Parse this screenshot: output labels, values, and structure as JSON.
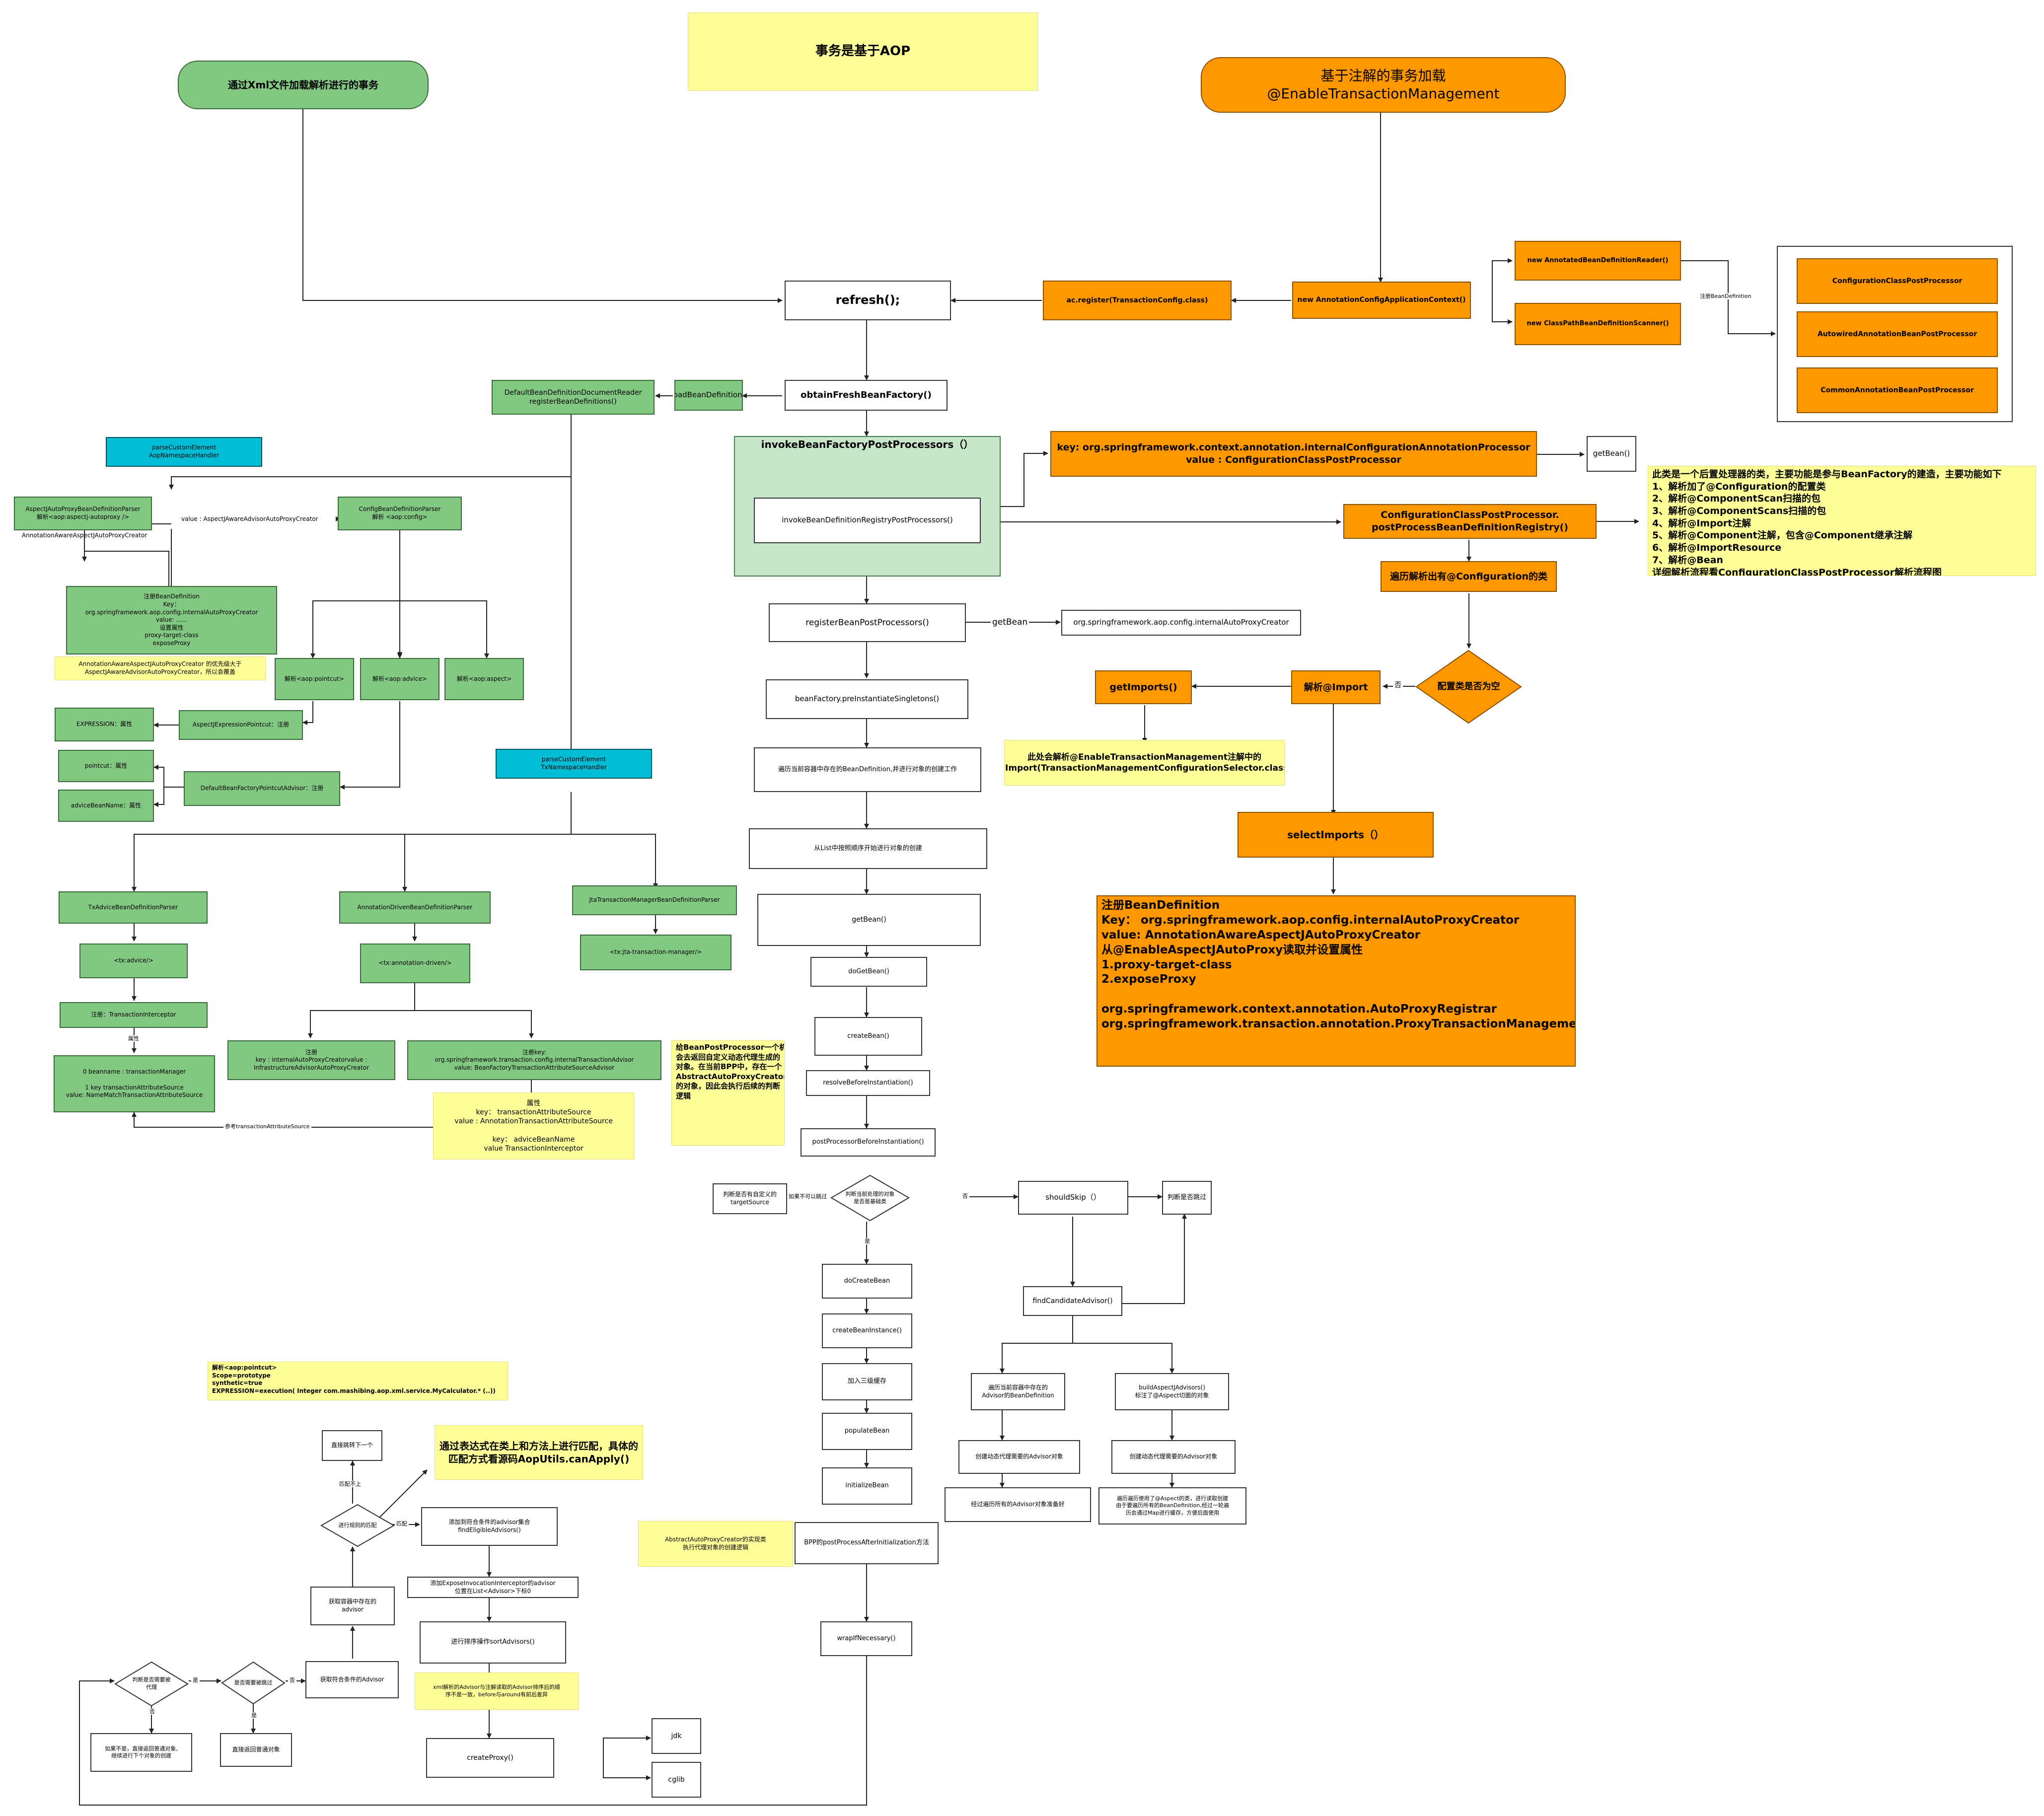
{
  "nodes": {
    "title_note": "事务是基于AOP",
    "xml_load": "通过Xml文件加载解析进行的事务",
    "anno_load": "基于注解的事务加载\n@EnableTransactionManagement",
    "refresh": "refresh();",
    "ac_register": "ac.register(TransactionConfig.class)",
    "new_ctx": "new AnnotationConfigApplicationContext()",
    "new_reader": "new AnnotatedBeanDefinitionReader()",
    "new_scanner": "new ClassPathBeanDefinitionScanner()",
    "cfg_pp": "ConfigurationClassPostProcessor",
    "autowired_pp": "AutowiredAnnotationBeanPostProcessor",
    "common_pp": "CommonAnnotationBeanPostProcessor",
    "obtain_bf": "obtainFreshBeanFactory()",
    "load_bd": "loadBeanDefinitions",
    "default_reader": "DefaultBeanDefinitionDocumentReader\nregisterBeanDefinitions()",
    "invoke_bfpp": "invokeBeanFactoryPostProcessors（）",
    "invoke_bdrpp": "invokeBeanDefinitionRegistryPostProcessors()",
    "key_internal": "key: org.springframework.context.annotation.internalConfigurationAnnotationProcessor\nvalue : ConfigurationClassPostProcessor",
    "getbean_top": "getBean()",
    "ccpp_registry": "ConfigurationClassPostProcessor.\npostProcessBeanDefinitionRegistry()",
    "cfg_note": "此类是一个后置处理器的类，主要功能是参与BeanFactory的建造，主要功能如下\n1、解析加了@Configuration的配置类\n2、解析@ComponentScan扫描的包\n3、解析@ComponentScans扫描的包\n4、解析@Import注解\n5、解析@Component注解，包含@Component继承注解\n6、解析@ImportResource\n7、解析@Bean\n详细解析流程看ConfigurationClassPostProcessor解析流程图",
    "iterate_cfg": "遍历解析出有@Configuration的类",
    "cfg_empty": "配置类是否为空",
    "parse_import": "解析@Import",
    "get_imports": "getImports()",
    "import_note": "此处会解析@EnableTransactionManagement注解中的\n@Import(TransactionManagementConfigurationSelector.class)",
    "select_imports": "selectImports（）",
    "register_bd_big": "注册BeanDefinition\nKey： org.springframework.aop.config.internalAutoProxyCreator\nvalue: AnnotationAwareAspectJAutoProxyCreator\n从@EnableAspectJAutoProxy读取并设置属性\n1.proxy-target-class\n2.exposeProxy\n\norg.springframework.context.annotation.AutoProxyRegistrar\norg.springframework.transaction.annotation.ProxyTransactionManagementConfiguration",
    "register_bpp": "registerBeanPostProcessors()",
    "internal_apc": "org.springframework.aop.config.internalAutoProxyCreator",
    "preinstantiate": "beanFactory.preInstantiateSingletons()",
    "iterate_bd": "遍历当前容器中存在的BeanDefinition,并进行对象的创建工作",
    "from_list": "从List中按照顺序开始进行对象的创建",
    "get_bean": "getBean()",
    "do_get_bean": "doGetBean()",
    "create_bean": "createBean()",
    "resolve_before": "resolveBeforeInstantiation()",
    "ppbi": "postProcessorBeforeInstantiation()",
    "bpp_note": "给BeanPostProcessor一个机会去返回自定义动态代理生成的对象。在当前BPP中，存在一个AbstractAutoProxyCreator的对象，因此会执行后续的判断逻辑",
    "judge_base": "判断当前处理的对象\n是否是基础类",
    "custom_target": "判断是否有自定义的\ntargetSource",
    "should_skip": "shouldSkip（）",
    "judge_skip": "判断是否跳过",
    "find_candidate": "findCandidateAdvisor()",
    "iterate_advisor": "遍历当前容器中存在的\nAdvisor的BeanDefinition",
    "build_aspectj": "buildAspectJAdvisors()\n标注了@Aspect切面的对象",
    "create_advisor_l": "创建动态代理需要的Advisor对象",
    "create_advisor_r": "创建动态代理需要的Advisor对象",
    "iterate_all": "经过遍历所有的Advisor对象准备好",
    "loop_aspect": "遍历遍历使用了@Aspect的类，进行读取创建\n由于要遍历所有的BeanDefinition,经过一轮遍\n历会通过Map进行缓存，方便后面使用",
    "do_create_bean": "doCreateBean",
    "create_instance": "createBeanInstance()",
    "add_cache": "加入三级缓存",
    "populate": "populateBean",
    "initialize": "initializeBean",
    "bpp_after": "BPP的postProcessAfterInitialization方法",
    "aapc_note": "AbstractAutoProxyCreator的实现类\n执行代理对象的创建逻辑",
    "wrap": "wrapIfNecessary()",
    "pointcut_note": "解析<aop:pointcut>\nScope=prototype\nsynthetic=true\nEXPRESSION=execution( Integer com.mashibing.aop.xml.service.MyCalculator.*  (..))",
    "canapply_note": "通过表达式在类上和方法上进行匹配，具体的\n匹配方式看源码AopUtils.canApply()",
    "direct_next": "直接跳转下一个",
    "do_match": "进行规则的匹配",
    "add_eligible": "添加到符合条件的advisor集合\nfindEligibleAdvisors()",
    "get_container_adv": "获取容器中存在的\nadvisor",
    "add_expose": "添加ExposeInvocationInterceptor的advisor\n位置在List<Advisor>下标0",
    "sort": "进行排序操作sortAdvisors()",
    "sort_note": "xml解析的Advisor与注解读取的Advisor排序后的顺\n序不是一致，before与around有前后差异",
    "create_proxy": "createProxy()",
    "jdk": "jdk",
    "cglib": "cglib",
    "need_proxy": "判断是否需要被\n代理",
    "need_skip": "是否需要被跳过",
    "get_eligible": "获取符合条件的Advisor",
    "if_not": "如果不是，直接返回普通对象,\n继续进行下个对象的创建",
    "return_plain": "直接返回普通对象",
    "parse_custom_aop": "parseCustomElement\nAopNamespaceHandler",
    "aspectj_apbdp": "AspectJAutoProxyBeanDefinitionParser\n解析<aop:aspectj-autoproxy />",
    "aaapc": "AnnotationAwareAspectJAutoProxyCreator",
    "config_bdp": "ConfigBeanDefinitionParser\n解析 <aop:config>",
    "register_bd_small": "注册BeanDefinition\nKey：\norg.springframework.aop.config.internalAutoProxyCreator\nvalue: ......\n设置属性\nproxy-target-class\nexposeProxy",
    "priority_note": "AnnotationAwareAspectJAutoProxyCreator 的优先级大于\nAspectJAwareAdvisorAutoProxyCreator，所以会覆盖",
    "parse_pointcut": "解析<aop:pointcut>",
    "parse_advice": "解析<aop:advice>",
    "parse_aspect": "解析<aop:aspect>",
    "expression_attr": "EXPRESSION：属性",
    "aspectj_ep": "AspectJExpressionPointcut：注册",
    "pointcut_attr": "pointcut：属性",
    "advicebean_attr": "adviceBeanName：属性",
    "dbfpa": "DefaultBeanFactoryPointcutAdvisor：注册",
    "parse_custom_tx": "parseCustomElement\nTxNamespaceHandler",
    "tx_advice_bdp": "TxAdviceBeanDefinitionParser",
    "tx_advice": "<tx:advice/>",
    "reg_ti": "注册：TransactionInterceptor",
    "tm_attr": "0  beanname : transactionManager\n\n1  key transactionAttributeSource\nvalue: NameMatchTransactionAttributeSource",
    "adbdp": "AnnotationDrivenBeanDefinitionParser",
    "tx_ad": "<tx:annotation-driven/>",
    "reg_iaapc": "注册\nkey : internalAutoProxyCreatorvalue :\nInfrastructureAdvisorAutoProxyCreator",
    "reg_itxa": "注册key:\norg.springframework.transaction.config.internalTransactionAdvisor\nvalue: BeanFactoryTransactionAttributeSourceAdvisor",
    "attr_note": "属性\nkey： transactionAttributeSource\nvalue : AnnotationTransactionAttributeSource\n\nkey： adviceBeanName\nvalue TransactionInterceptor",
    "jta_bdp": "JtaTransactionManagerBeanDefinitionParser",
    "tx_jta": "<tx:jta-transaction-manager/>"
  },
  "labels": {
    "value_aspectj": "value : AspectJAwareAdvisorAutoProxyCreator",
    "register_bd_lbl": "注册BeanDefinition",
    "getbean_lbl": "getBean",
    "no_lbl": "否",
    "if_not_skip": "如果不可以跳过",
    "no2": "否",
    "yes": "是",
    "attr_lbl": "属性",
    "ref_tas": "参考transactionAttributeSource",
    "no_match": "匹配不上",
    "match": "匹配",
    "yes2": "是",
    "no3": "否",
    "no4": "否",
    "yes3": "是"
  }
}
